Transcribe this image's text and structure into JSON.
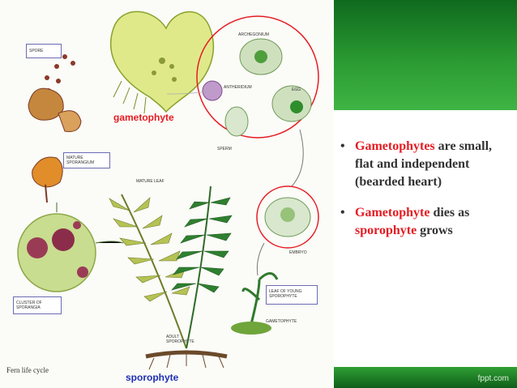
{
  "diagram": {
    "labels": {
      "spore": "SPORE",
      "archegonium": "ARCHEGONIUM",
      "antheridium": "ANTHERIDIUM",
      "egg": "EGG",
      "sperm": "SPERM",
      "mature_sporangium": "MATURE SPORANGIUM",
      "mature_leaf": "MATURE LEAF",
      "embryo": "EMBRYO",
      "leaf_of_young_sporophyte": "LEAF OF YOUNG SPOROPHYTE",
      "gametophyte_small": "GAMETOPHYTE",
      "cluster_of_sporangia": "CLUSTER OF SPORANGIA",
      "adult_sporophyte": "ADULT SPOROPHYTE"
    },
    "gametophyte_label": "gametophyte",
    "sporophyte_label": "sporophyte",
    "caption": "Fern life cycle"
  },
  "slide": {
    "bullets": [
      {
        "highlight": "Gametophytes",
        "text": " are small, flat and independent (bearded heart)"
      },
      {
        "pre": "Gametophyte",
        "mid": " dies as ",
        "highlight2": "sporophyte",
        "post": " grows"
      }
    ],
    "brand": "fppt.com"
  },
  "colors": {
    "accent": "#e51c23",
    "band_green": "#2a9a32",
    "sporophyte_blue": "#1e2fb4"
  }
}
